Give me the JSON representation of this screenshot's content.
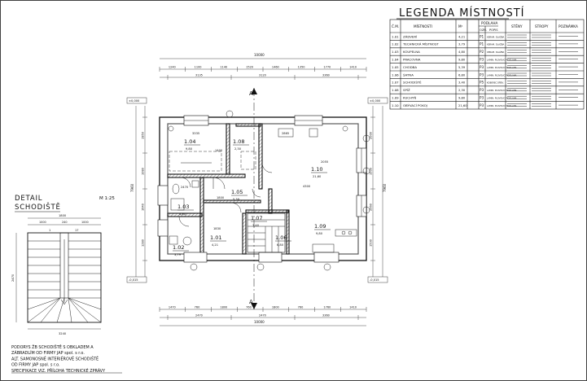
{
  "legend": {
    "title": "LEGENDA MÍSTNOSTÍ",
    "headers": {
      "number": "Č.M.",
      "room": "MÍSTNOSTI",
      "area": "M²",
      "floor": "PODLAHA",
      "floor_code": "OZN.",
      "floor_desc": "POPIS",
      "walls": "STĚNY",
      "ceiling": "STROPY",
      "note": "POZNÁMKA"
    },
    "rows": [
      {
        "number": "1.01",
        "name": "ZÁDVERÍ",
        "area": "4,21",
        "code": "P1",
        "desc": "KERAM. DLAŽBA"
      },
      {
        "number": "1.02",
        "name": "TECHNICKÁ MÍSTNOST",
        "area": "3,79",
        "code": "P1",
        "desc": "KERAM. DLAŽBA"
      },
      {
        "number": "1.03",
        "name": "KOUPELNA",
        "area": "4,80",
        "code": "P2",
        "desc": "KERAM. DLAŽBA"
      },
      {
        "number": "1.04",
        "name": "PRACOVNA",
        "area": "9,80",
        "code": "P3",
        "desc": "LAMIN. PLOVOUCÍ PODLAHA"
      },
      {
        "number": "1.05",
        "name": "CHODBA",
        "area": "5,39",
        "code": "P3",
        "desc": "LAMIN. PLOVOUCÍ PODLAHA"
      },
      {
        "number": "1.06",
        "name": "ŠATNA",
        "area": "6,80",
        "code": "P3",
        "desc": "LAMIN. PLOVOUCÍ PODLAHA"
      },
      {
        "number": "1.07",
        "name": "SCHODIŠTĚ",
        "area": "3,40",
        "code": "P5",
        "desc": "KOBEREC DŘEV."
      },
      {
        "number": "1.08",
        "name": "SPÍŽ",
        "area": "2,30",
        "code": "P3",
        "desc": "LAMIN. PLOVOUCÍ PODLAHA"
      },
      {
        "number": "1.09",
        "name": "KUCHYŇ",
        "area": "9,80",
        "code": "P3",
        "desc": "LAMIN. PLOVOUCÍ PODLAHA"
      },
      {
        "number": "1.10",
        "name": "OBÝVACÍ POKOJ",
        "area": "21,60",
        "code": "P3",
        "desc": "LAMIN. PLOVOUCÍ PODLAHA"
      }
    ]
  },
  "detail": {
    "title": "DETAIL",
    "subtitle": "SCHODIŠTĚ",
    "scale": "M 1:25",
    "dims": {
      "top": "1800",
      "top_parts": [
        "1000",
        "240",
        "1000"
      ],
      "bottom": "3240",
      "left": "2470",
      "steps_first": "1",
      "steps_last": "17"
    },
    "note_lines": [
      "PODORYS ŽB SCHODIŠTĚ S OBKLADEM A",
      "ZÁBRADLÍM OD FIRMY JAP spol. s r.o.",
      "ALT. SAMONOSNÉ INTERIÉROVÉ SCHODIŠTĚ",
      "OD FIRMY JAP spol. s r.o.",
      "SPECIFIKACE VIZ. PŘÍLOHA TECHNICKÉ ZPRÁVY"
    ]
  },
  "plan": {
    "rooms": [
      {
        "id": "1.04",
        "area": "9,80"
      },
      {
        "id": "1.08",
        "area": "2,30"
      },
      {
        "id": "1.10",
        "area": "21,60"
      },
      {
        "id": "1.03",
        "area": "4,80"
      },
      {
        "id": "1.05",
        "area": "5,39"
      },
      {
        "id": "1.09",
        "area": "9,80"
      },
      {
        "id": "1.02",
        "area": "3,79"
      },
      {
        "id": "1.01",
        "area": "4,21"
      },
      {
        "id": "1.07",
        "area": "3,40"
      },
      {
        "id": "1.06",
        "area": "6,80"
      }
    ],
    "section_marks": [
      "A",
      "A"
    ],
    "dims_top_total": "10000",
    "dims_top": [
      "1240",
      "1100",
      "1140",
      "1520",
      "1460",
      "1350",
      "1770",
      "1410"
    ],
    "dims_top_inner": [
      "3135",
      "3120",
      "3360"
    ],
    "dims_bottom_total": "10000",
    "dims_bottom": [
      "1470",
      "760",
      "1800",
      "760",
      "1800",
      "760",
      "1760",
      "1410"
    ],
    "dims_bottom_inner": [
      "2470",
      "2470",
      "3360"
    ],
    "dims_left_total": "7960",
    "dims_left": [
      "1950",
      "1080",
      "1640",
      "1280"
    ],
    "dims_right_total": "7960",
    "dims_right": [
      "2000",
      "1500",
      "2060",
      "1500"
    ],
    "level_labels": [
      "±0,000",
      "±0,000",
      "-0,015",
      "-0,015"
    ],
    "interior": [
      "3335",
      "2470",
      "4300",
      "1800",
      "2865",
      "1830",
      "1400",
      "2055"
    ]
  }
}
